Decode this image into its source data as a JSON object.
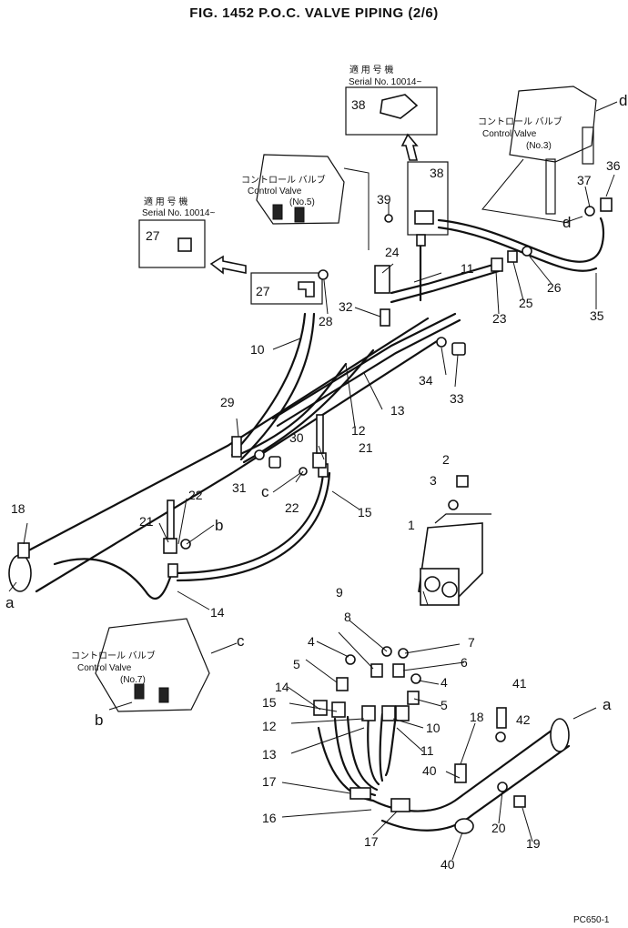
{
  "title": "FIG. 1452  P.O.C. VALVE PIPING (2/6)",
  "footer": "PC650-1",
  "serial_notes": {
    "top": {
      "jp": "適 用 号 機",
      "text": "Serial No. 10014~"
    },
    "left": {
      "jp": "適 用 号 機",
      "text": "Serial No. 10014~"
    }
  },
  "control_valves": {
    "no5": {
      "jp": "コントロール バルブ",
      "en": "Control Valve",
      "no": "(No.5)"
    },
    "no3": {
      "jp": "コントロール バルブ",
      "en": "Control Valve",
      "no": "(No.3)"
    },
    "no7": {
      "jp": "コントロール バルブ",
      "en": "Control Valve",
      "no": "(No.7)"
    }
  },
  "connection_letters": {
    "a": "a",
    "b": "b",
    "c": "c",
    "d": "d"
  },
  "part_numbers": {
    "p1": "1",
    "p2": "2",
    "p3": "3",
    "p4": "4",
    "p5": "5",
    "p6": "6",
    "p7": "7",
    "p8": "8",
    "p9": "9",
    "p10": "10",
    "p11": "11",
    "p12": "12",
    "p13": "13",
    "p14": "14",
    "p15": "15",
    "p16": "16",
    "p17": "17",
    "p18": "18",
    "p19": "19",
    "p20": "20",
    "p21": "21",
    "p22": "22",
    "p23": "23",
    "p24": "24",
    "p25": "25",
    "p26": "26",
    "p27": "27",
    "p28": "28",
    "p29": "29",
    "p30": "30",
    "p31": "31",
    "p32": "32",
    "p33": "33",
    "p34": "34",
    "p35": "35",
    "p36": "36",
    "p37": "37",
    "p38": "38",
    "p39": "39",
    "p40": "40",
    "p41": "41",
    "p42": "42"
  }
}
